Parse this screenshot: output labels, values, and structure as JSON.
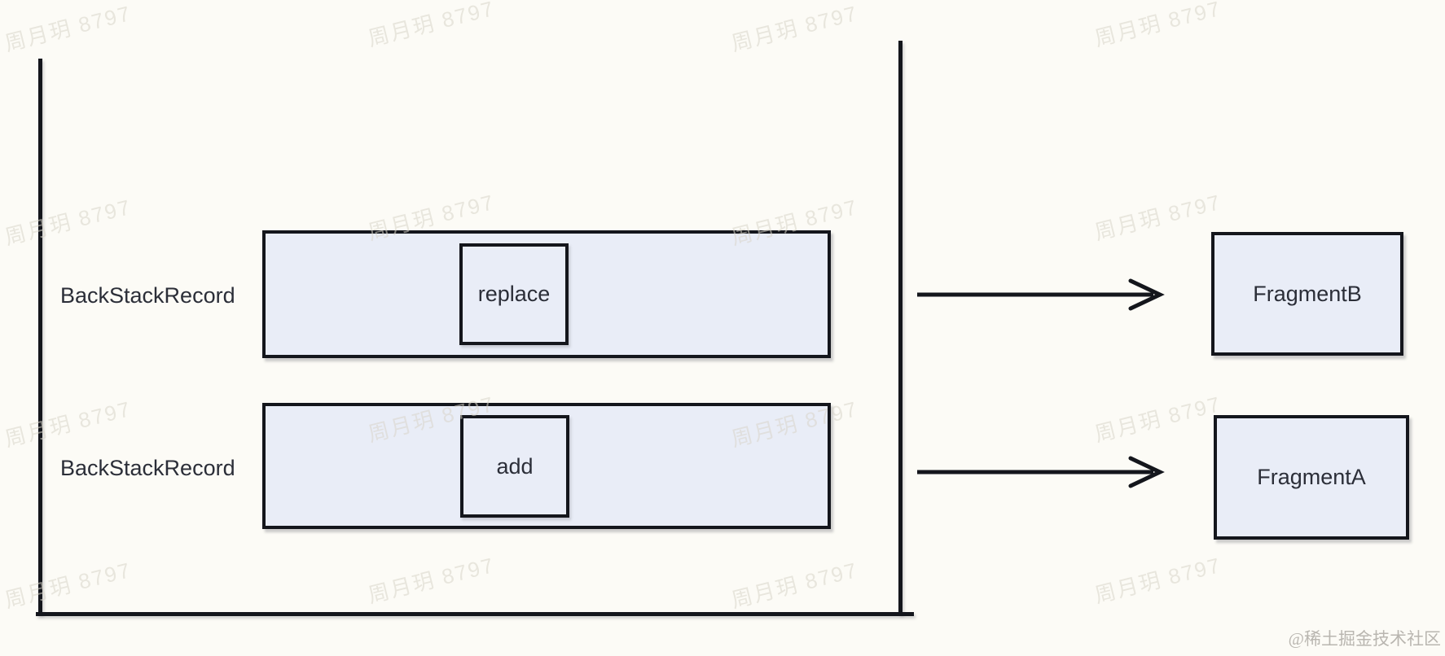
{
  "watermark": {
    "text": "周月玥 8797"
  },
  "credit": {
    "text": "@稀土掘金技术社区"
  },
  "stack": {
    "records": [
      {
        "label": "BackStackRecord",
        "operation": "replace",
        "target": "FragmentB"
      },
      {
        "label": "BackStackRecord",
        "operation": "add",
        "target": "FragmentA"
      }
    ]
  },
  "colors": {
    "background": "#fcfbf6",
    "box_fill": "#e9edf7",
    "line": "#14161c",
    "text": "#2b2e38",
    "watermark": "#d9d5ca",
    "credit": "#b9b6b0"
  }
}
